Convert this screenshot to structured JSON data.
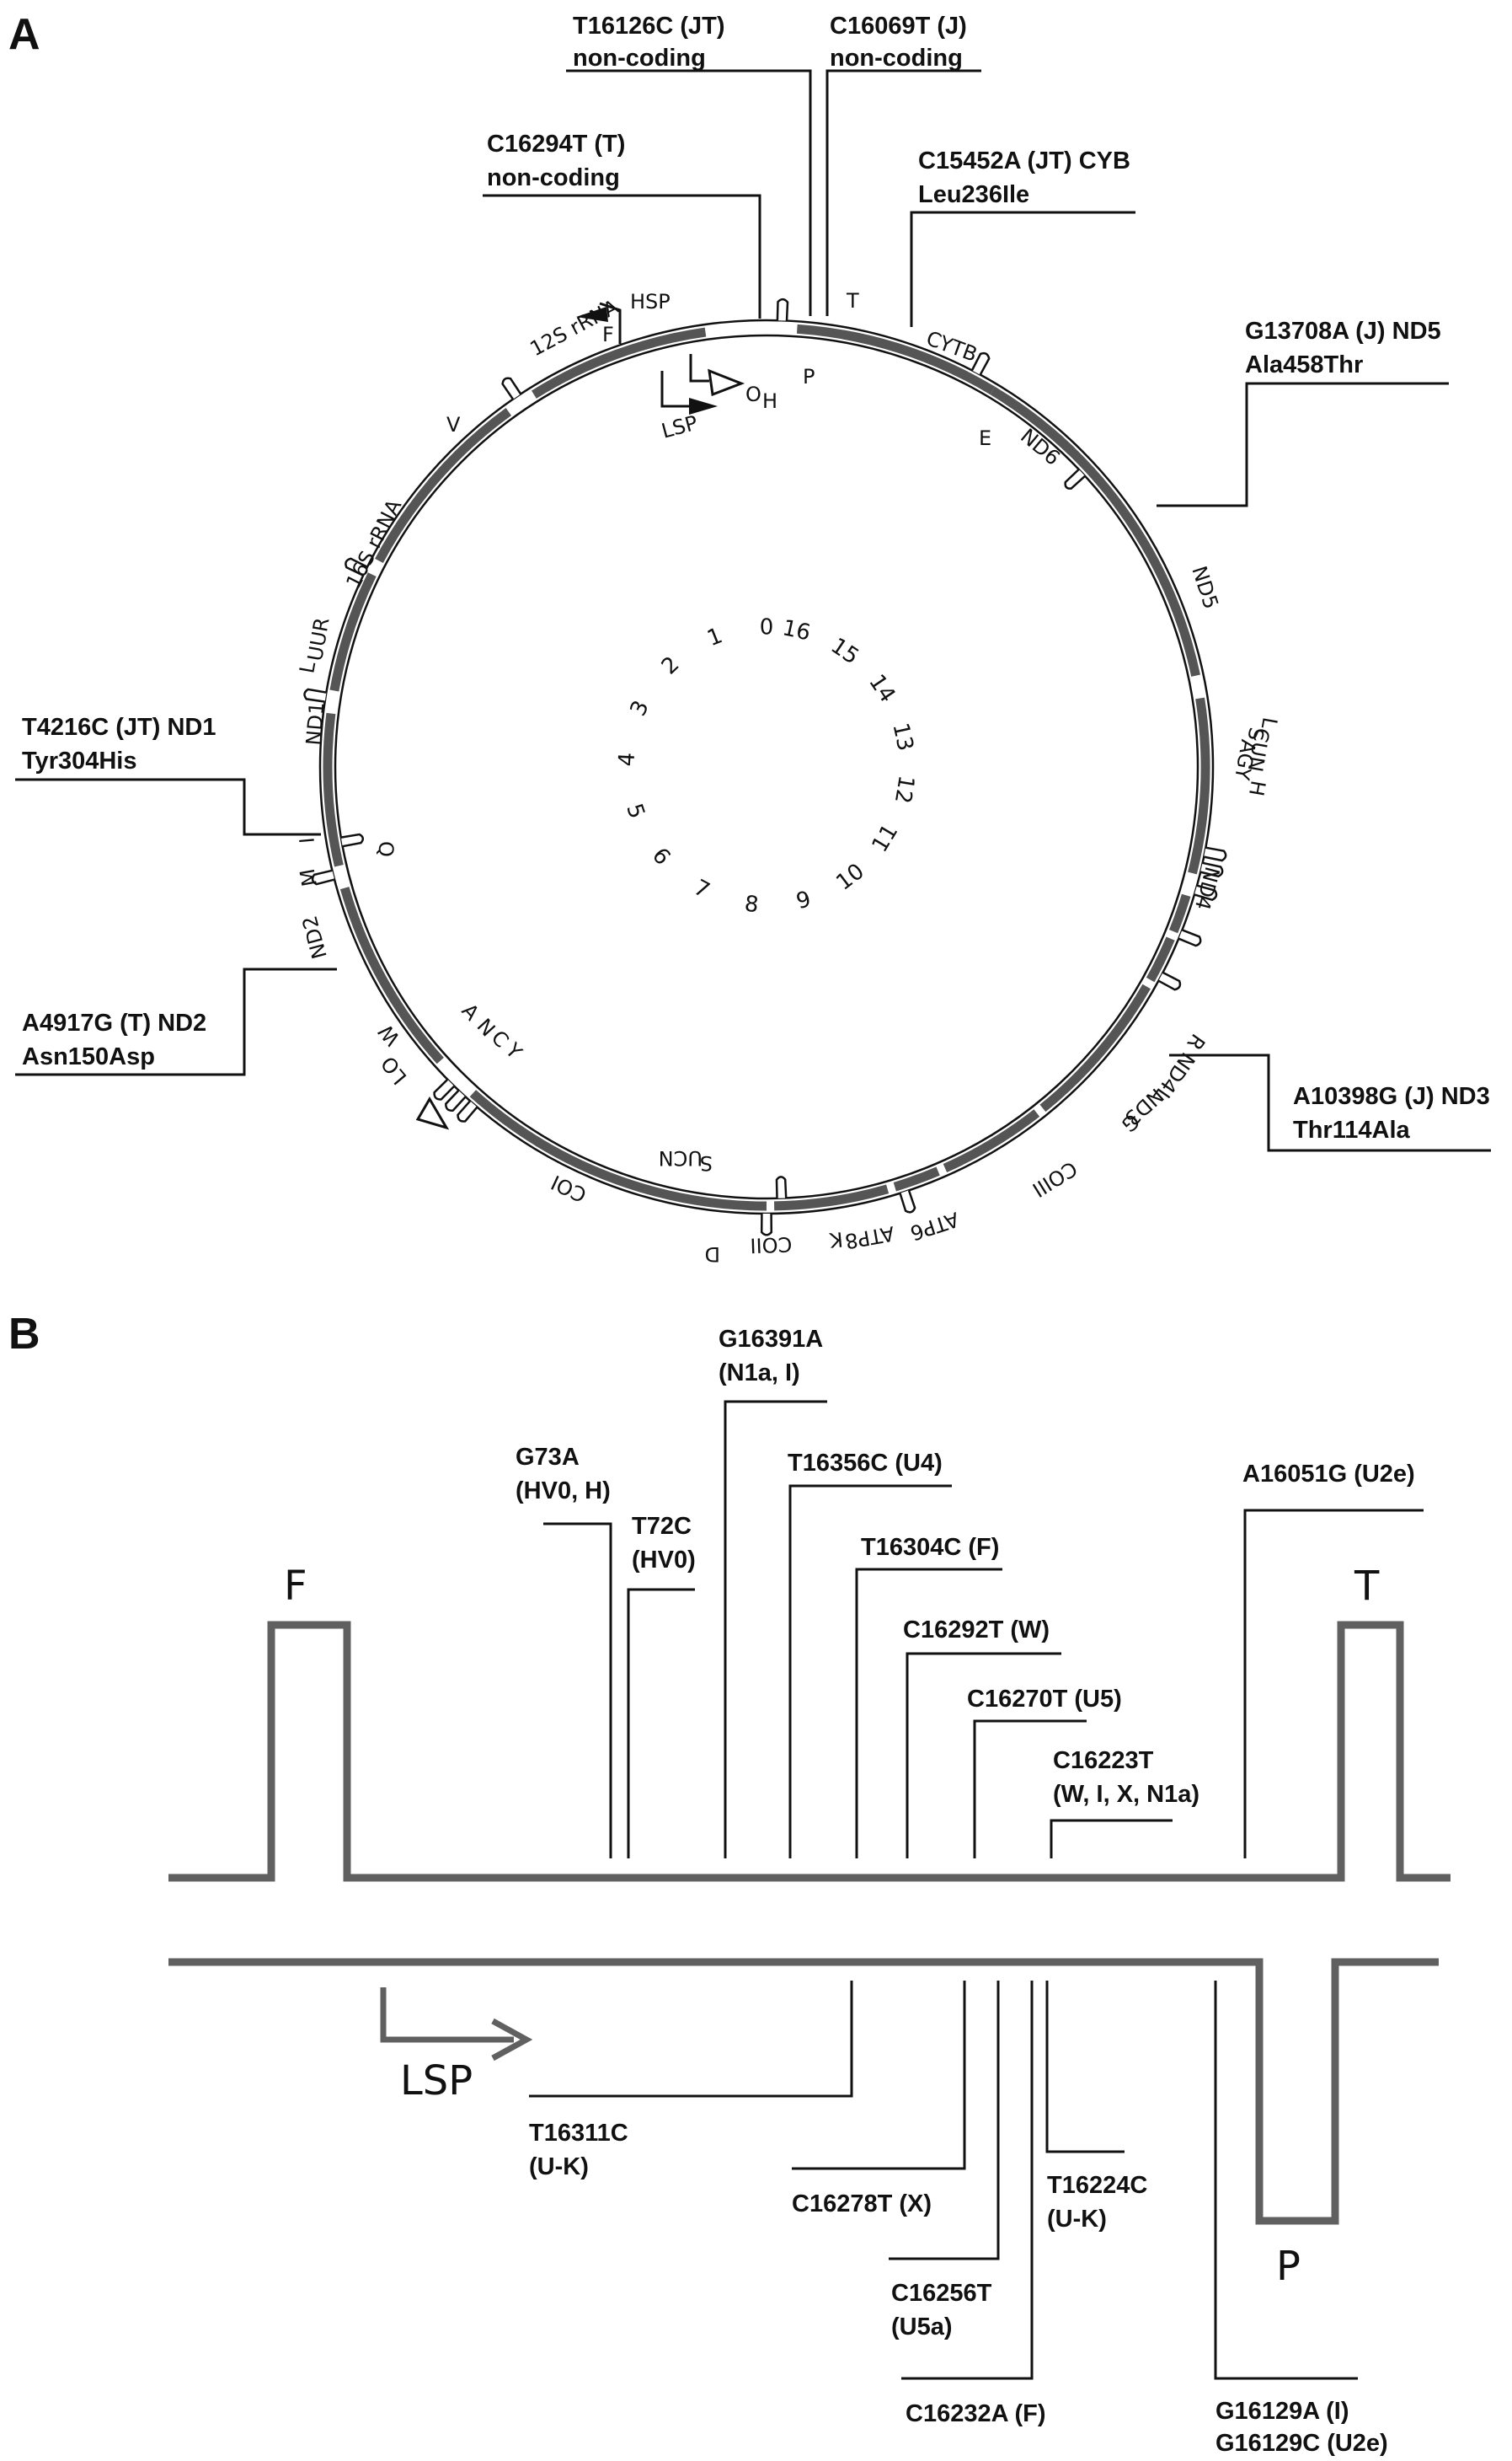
{
  "panel_a": {
    "label": "A",
    "genes": [
      "12S rRNA",
      "16S rRNA",
      "ND1",
      "ND2",
      "COI",
      "COII",
      "ATP8",
      "ATP6",
      "COIII",
      "ND3",
      "ND4L",
      "ND4",
      "ND5",
      "ND6",
      "CYTB"
    ],
    "trnas": [
      "F",
      "V",
      "L",
      "I",
      "Q",
      "M",
      "W",
      "A",
      "N",
      "C",
      "Y",
      "D",
      "K",
      "G",
      "R",
      "H",
      "S",
      "L",
      "E",
      "T",
      "P"
    ],
    "promoters": {
      "hsp": "HSP",
      "lsp": "LSP",
      "oh": "O",
      "oh_sub": "H",
      "ol": "O",
      "ol_sub": "L"
    },
    "sub": {
      "uur": "UUR",
      "ucn": "UCN",
      "agy": "AGY",
      "cun": "CUN"
    },
    "clock": [
      "0",
      "1",
      "2",
      "3",
      "4",
      "5",
      "6",
      "7",
      "8",
      "9",
      "10",
      "11",
      "12",
      "13",
      "14",
      "15",
      "16"
    ],
    "mutations": [
      {
        "line1": "T16126C (JT)",
        "line2": "non-coding"
      },
      {
        "line1": "C16069T (J)",
        "line2": "non-coding"
      },
      {
        "line1": "C16294T (T)",
        "line2": "non-coding"
      },
      {
        "line1": "C15452A (JT) CYB",
        "line2": "Leu236Ile"
      },
      {
        "line1": "G13708A (J) ND5",
        "line2": "Ala458Thr"
      },
      {
        "line1": "T4216C (JT) ND1",
        "line2": "Tyr304His"
      },
      {
        "line1": "A4917G (T) ND2",
        "line2": "Asn150Asp"
      },
      {
        "line1": "A10398G (J) ND3",
        "line2": "Thr114Ala"
      }
    ]
  },
  "panel_b": {
    "label": "B",
    "features": {
      "f": "F",
      "t": "T",
      "p": "P",
      "lsp": "LSP"
    },
    "upper": [
      {
        "line1": "G73A",
        "line2": "(HV0, H)"
      },
      {
        "line1": "T72C",
        "line2": "(HV0)"
      },
      {
        "line1": "G16391A",
        "line2": "(N1a, I)"
      },
      {
        "line1": "T16356C (U4)",
        "line2": ""
      },
      {
        "line1": "T16304C (F)",
        "line2": ""
      },
      {
        "line1": "C16292T (W)",
        "line2": ""
      },
      {
        "line1": "C16270T (U5)",
        "line2": ""
      },
      {
        "line1": "C16223T",
        "line2": "(W, I, X, N1a)"
      },
      {
        "line1": "A16051G (U2e)",
        "line2": ""
      }
    ],
    "lower": [
      {
        "line1": "T16311C",
        "line2": "(U-K)"
      },
      {
        "line1": "C16278T (X)",
        "line2": ""
      },
      {
        "line1": "C16256T",
        "line2": "(U5a)"
      },
      {
        "line1": "T16224C",
        "line2": "(U-K)"
      },
      {
        "line1": "C16232A (F)",
        "line2": ""
      },
      {
        "line1": "G16129A (I)",
        "line2": "G16129C (U2e)"
      }
    ]
  }
}
